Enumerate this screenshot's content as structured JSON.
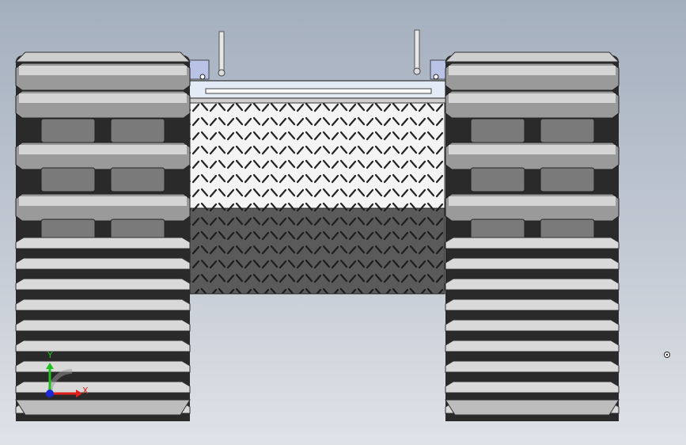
{
  "viewport": {
    "background_top": "#a4afbe",
    "background_bottom": "#dfe3e8"
  },
  "model": {
    "track_color_light": "#d9d9d9",
    "track_color_dark": "#2a2a2a",
    "track_color_mid": "#8a8a8a",
    "plate_top_color": "#f2f2f2",
    "plate_bottom_color": "#555555",
    "bracket_color": "#b8c3e6",
    "icon_plate_top": "diamond-plate-light",
    "icon_plate_bottom": "diamond-plate-dark"
  },
  "triad": {
    "x_label": "X",
    "y_label": "Y",
    "x_color": "#e0201c",
    "y_color": "#1ec21e",
    "z_color": "#1a2ad6"
  }
}
